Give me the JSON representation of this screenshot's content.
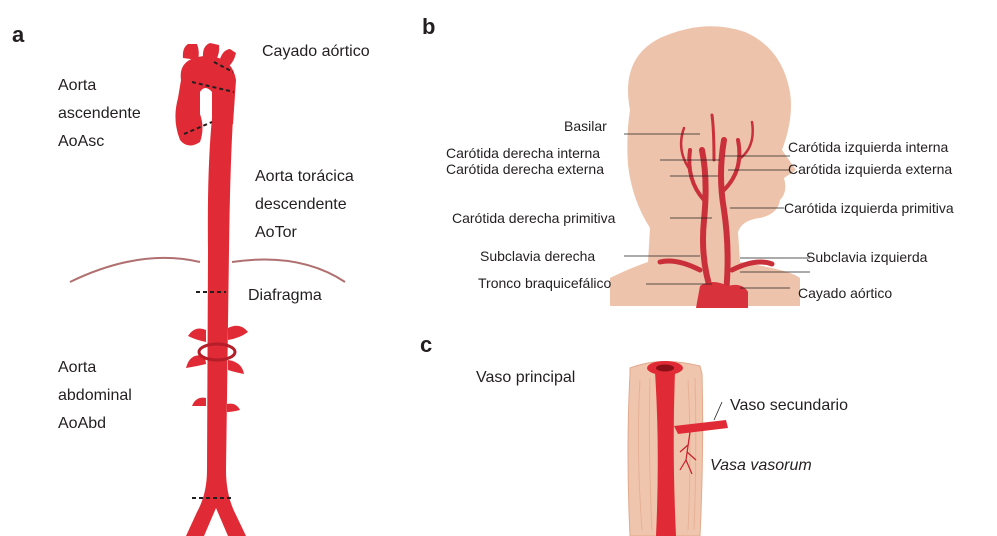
{
  "panels": {
    "a": "a",
    "b": "b",
    "c": "c"
  },
  "panel_a": {
    "cayado": "Cayado aórtico",
    "asc": [
      "Aorta",
      "ascendente",
      "AoAsc"
    ],
    "tor": [
      "Aorta torácica",
      "descendente",
      "AoTor"
    ],
    "diafragma": "Diafragma",
    "abd": [
      "Aorta",
      "abdominal",
      "AoAbd"
    ]
  },
  "panel_b": {
    "basilar": "Basilar",
    "car_der_int": "Carótida derecha interna",
    "car_der_ext": "Carótida derecha externa",
    "car_der_prim": "Carótida derecha primitiva",
    "subclavia_der": "Subclavia derecha",
    "tronco": "Tronco braquicefálico",
    "car_izq_int": "Carótida izquierda interna",
    "car_izq_ext": "Carótida izquierda externa",
    "car_izq_prim": "Carótida izquierda primitiva",
    "subclavia_izq": "Subclavia izquierda",
    "cayado": "Cayado aórtico"
  },
  "panel_c": {
    "vaso_principal": "Vaso principal",
    "vaso_secundario": "Vaso secundario",
    "vasa_vasorum": "Vasa vasorum"
  },
  "colors": {
    "artery": "#e02b36",
    "artery_dark": "#b31e28",
    "skin": "#eab99c",
    "vessel_tissue": "#f0c5ad"
  }
}
